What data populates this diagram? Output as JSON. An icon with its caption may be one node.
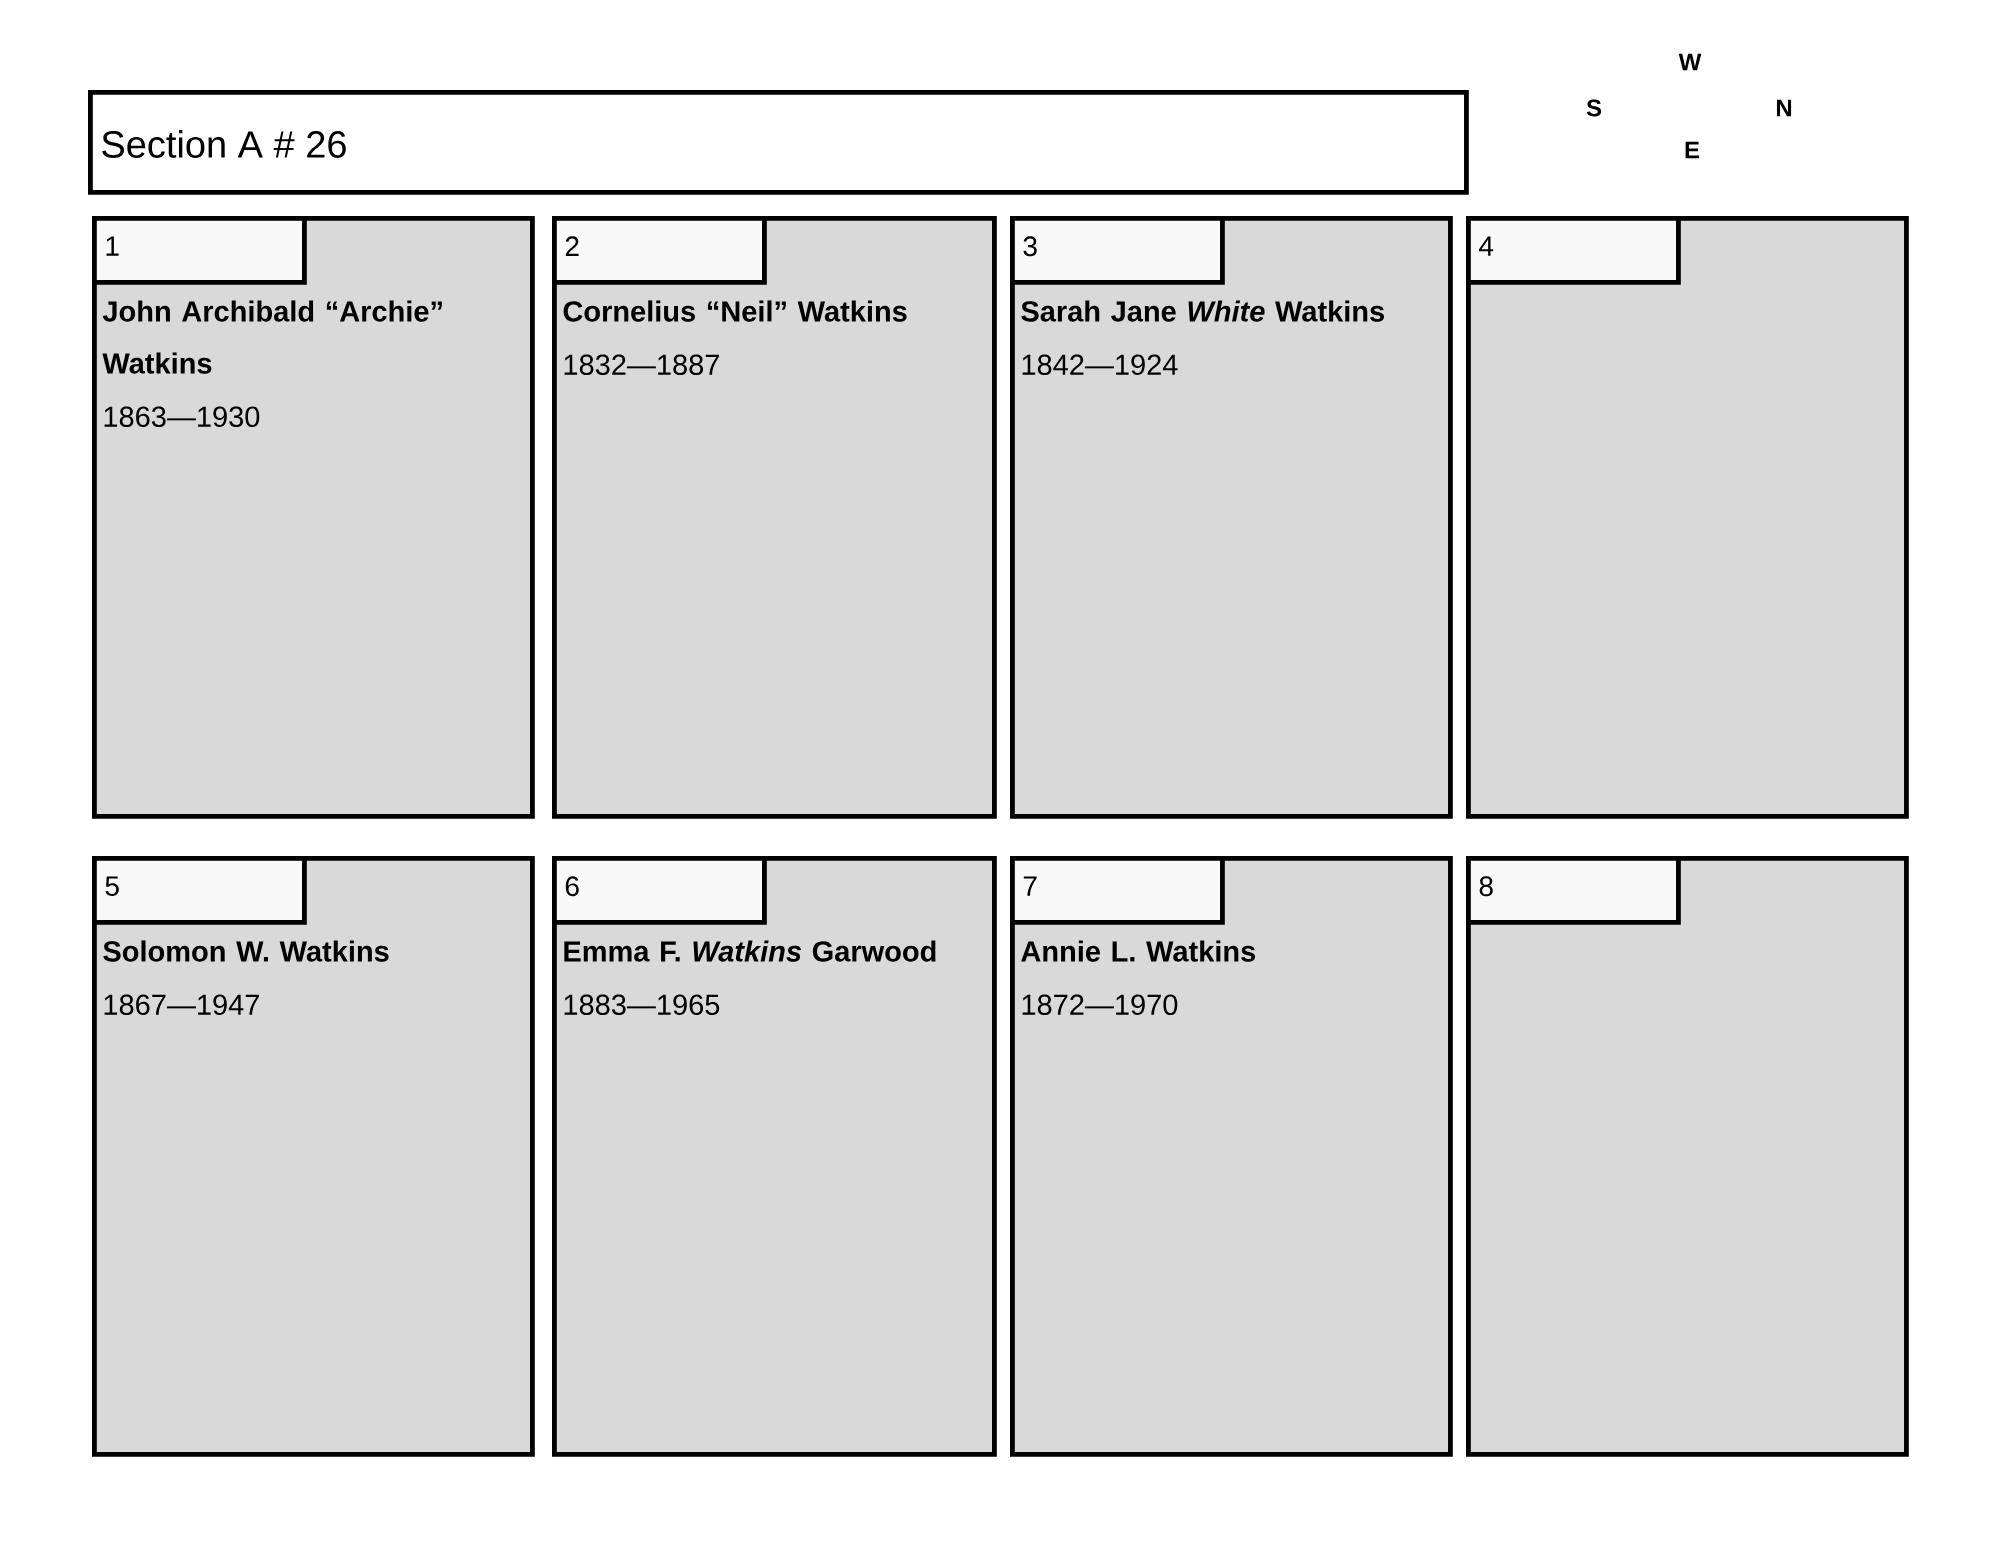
{
  "diagram": {
    "nodes": [
      {
        "text": [
          "Section A # 26"
        ]
      },
      {
        "text": [
          "John Archibald “Archie” Watkins",
          "1863—1930"
        ]
      },
      {
        "text": [
          "1"
        ],
        "in": 1
      },
      {
        "text": [
          "Cornelius “Neil” Watkins",
          "1832—1887"
        ]
      },
      {
        "text": [
          "2"
        ],
        "in": 3
      },
      {
        "text": [
          "Sarah Jane *White* Watkins",
          "1842—1924"
        ]
      },
      {
        "text": [
          "3"
        ],
        "in": 5
      },
      {
        "text": [],
        "shape": "box"
      },
      {
        "text": [
          "4"
        ],
        "in": 7
      },
      {
        "text": [
          "Solomon W. Watkins",
          "1867—1947"
        ]
      },
      {
        "text": [
          "5"
        ],
        "in": 9
      },
      {
        "text": [
          "Emma F. *Watkins* Garwood",
          "1883—1965"
        ]
      },
      {
        "text": [
          "6"
        ],
        "in": 11
      },
      {
        "text": [
          "Annie L. Watkins",
          "1872—1970"
        ]
      },
      {
        "text": [
          "7"
        ],
        "in": 13
      },
      {
        "text": [],
        "shape": "box"
      },
      {
        "text": [
          "8"
        ],
        "in": 15
      }
    ],
    "labels": [
      "W",
      "S",
      "N",
      "E"
    ]
  }
}
